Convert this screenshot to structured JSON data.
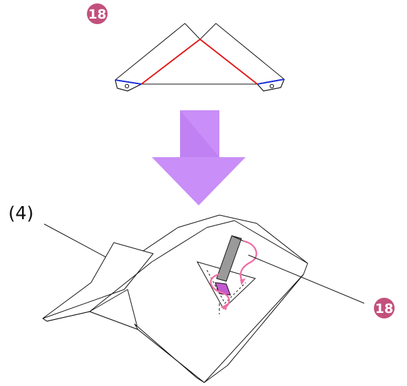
{
  "diagram": {
    "step_badge_top": "18",
    "step_badge_callout": "18",
    "part_label": "(4)"
  },
  "colors": {
    "badge": "#c2507c",
    "arrow": "#c98ef7",
    "arrow_shade": "#b06ee8",
    "fold_red": "#e21818",
    "fold_blue": "#1a2fd6",
    "line": "#111111",
    "pink_arrow": "#f06fa5",
    "strip_fill": "#9a9a9a",
    "strip_purple": "#c45ad0"
  }
}
